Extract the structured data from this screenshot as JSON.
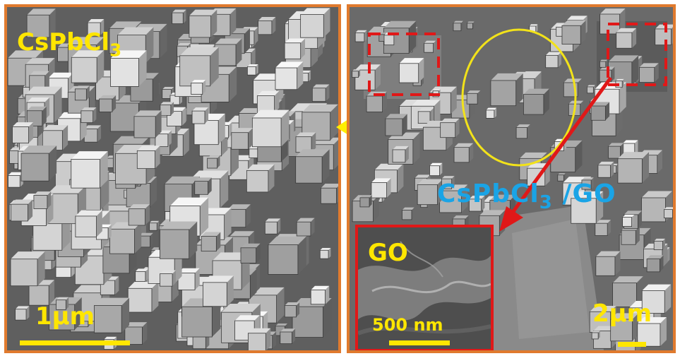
{
  "left_panel": {
    "title_main": "CsPbCl",
    "title_sub": "3",
    "scale_label": "1μm"
  },
  "right_panel": {
    "composite_main": "CsPbCl",
    "composite_sub": "3",
    "composite_suffix": " /GO",
    "scale_label": "2μm",
    "inset": {
      "title": "GO",
      "scale_label": "500 nm"
    }
  },
  "colors": {
    "frame": "#e07a2e",
    "label_yellow": "#ffe600",
    "label_blue": "#1aa4e6",
    "highlight_red": "#e01818"
  }
}
